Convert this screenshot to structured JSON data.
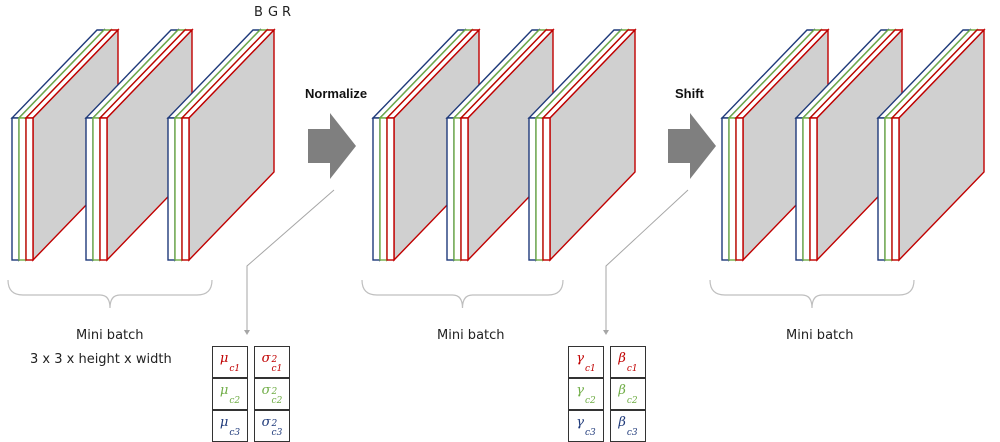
{
  "channel_letters": [
    "B",
    "G",
    "R"
  ],
  "colors": {
    "blue": "#1f3a7a",
    "green": "#70ad47",
    "red": "#c00000",
    "face": "#d0d0d0",
    "arrow": "#7f7f7f",
    "leader": "#a6a6a6",
    "brace": "#bfbfbf"
  },
  "steps": {
    "normalize": "Normalize",
    "shift": "Shift"
  },
  "batches": [
    {
      "caption": "Mini batch",
      "subcaption": "3 x 3 x height x width"
    },
    {
      "caption": "Mini batch"
    },
    {
      "caption": "Mini batch"
    }
  ],
  "stats_table": [
    [
      {
        "sym": "μ",
        "sub": "c1",
        "color": "red"
      },
      {
        "sym": "σ",
        "sub": "c1",
        "sup": "2",
        "color": "red"
      }
    ],
    [
      {
        "sym": "μ",
        "sub": "c2",
        "color": "green"
      },
      {
        "sym": "σ",
        "sub": "c2",
        "sup": "2",
        "color": "green"
      }
    ],
    [
      {
        "sym": "μ",
        "sub": "c3",
        "color": "blue"
      },
      {
        "sym": "σ",
        "sub": "c3",
        "sup": "2",
        "color": "blue"
      }
    ]
  ],
  "params_table": [
    [
      {
        "sym": "γ",
        "sub": "c1",
        "color": "red"
      },
      {
        "sym": "β",
        "sub": "c1",
        "color": "red"
      }
    ],
    [
      {
        "sym": "γ",
        "sub": "c2",
        "color": "green"
      },
      {
        "sym": "β",
        "sub": "c2",
        "color": "green"
      }
    ],
    [
      {
        "sym": "γ",
        "sub": "c3",
        "color": "blue"
      },
      {
        "sym": "β",
        "sub": "c3",
        "color": "blue"
      }
    ]
  ]
}
